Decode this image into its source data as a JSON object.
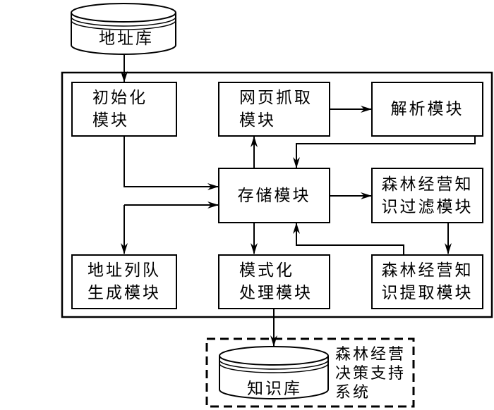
{
  "diagram": {
    "address_db": {
      "label": "地址库"
    },
    "modules": {
      "init": {
        "lines": [
          "初始化",
          "模块"
        ]
      },
      "crawl": {
        "lines": [
          "网页抓取",
          "模块"
        ]
      },
      "parse": {
        "lines": [
          "解析模块"
        ]
      },
      "storage": {
        "lines": [
          "存储模块"
        ]
      },
      "filter": {
        "lines": [
          "森林经营知",
          "识过滤模块"
        ]
      },
      "queue": {
        "lines": [
          "地址列队",
          "生成模块"
        ]
      },
      "pattern": {
        "lines": [
          "模式化",
          "处理模块"
        ]
      },
      "extract": {
        "lines": [
          "森林经营知",
          "识提取模块"
        ]
      }
    },
    "knowledge_db": {
      "label": "知识库"
    },
    "decision_system": {
      "lines": [
        "森林经营",
        "决策支持",
        "系统"
      ]
    },
    "edges": [
      {
        "from": "address_db",
        "to": "init"
      },
      {
        "from": "init",
        "to": "storage"
      },
      {
        "from": "storage",
        "to": "crawl"
      },
      {
        "from": "crawl",
        "to": "parse"
      },
      {
        "from": "parse",
        "to": "storage"
      },
      {
        "from": "storage",
        "to": "filter"
      },
      {
        "from": "filter",
        "to": "extract"
      },
      {
        "from": "extract",
        "to": "storage"
      },
      {
        "from": "storage",
        "to": "pattern"
      },
      {
        "from": "storage",
        "to": "queue",
        "bidirectional": true
      },
      {
        "from": "pattern",
        "to": "knowledge_db"
      }
    ]
  }
}
